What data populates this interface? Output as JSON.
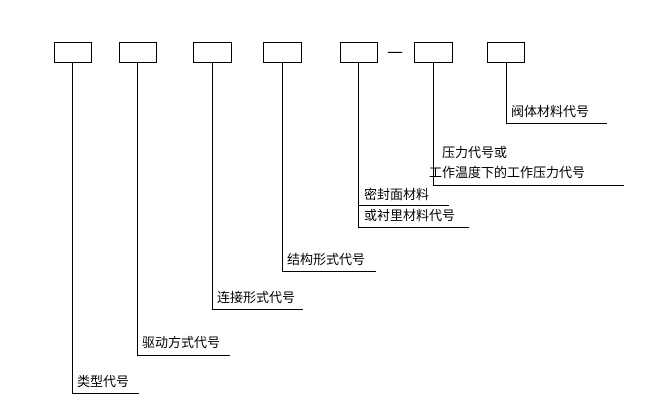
{
  "labels": {
    "type": "类型代号",
    "drive": "驱动方式代号",
    "connection": "连接形式代号",
    "structure": "结构形式代号",
    "seal_line1": "密封面材料",
    "seal_line2": "或衬里材料代号",
    "pressure_line1": "压力代号或",
    "pressure_line2": "工作温度下的工作压力代号",
    "body_material": "阀体材料代号"
  },
  "separator": "—",
  "colors": {
    "line": "#000000",
    "background": "#ffffff"
  }
}
